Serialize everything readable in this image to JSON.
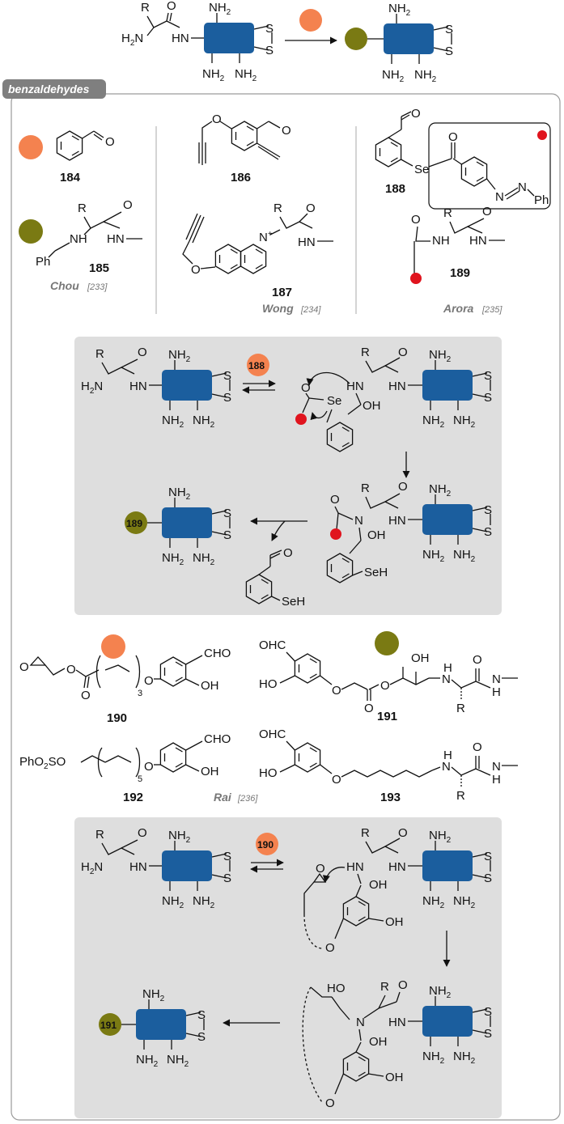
{
  "colors": {
    "peptide_block": "#1b5e9e",
    "aldehyde_dot": "#f4824f",
    "product_dot": "#7a7a13",
    "acyl_dot": "#e0141e",
    "mech_panel": "#dedede",
    "section_tag": "#7f7f7f"
  },
  "section_tag": "benzaldehydes",
  "compounds": {
    "c184": "184",
    "c185": "185",
    "c186": "186",
    "c187": "187",
    "c188": "188",
    "c189": "189",
    "c190": "190",
    "c191": "191",
    "c192": "192",
    "c193": "193"
  },
  "references": {
    "chou_name": "Chou",
    "chou_ref": "[233]",
    "wong_name": "Wong",
    "wong_ref": "[234]",
    "arora_name": "Arora",
    "arora_ref": "[235]",
    "rai_name": "Rai",
    "rai_ref": "[236]"
  },
  "badges": {
    "b188": "188",
    "b189": "189",
    "b190": "190",
    "b191": "191"
  },
  "atoms": {
    "R": "R",
    "O": "O",
    "N": "N",
    "S": "S",
    "Se": "Se",
    "SeH": "SeH",
    "OH": "OH",
    "HO": "HO",
    "HN": "HN",
    "NH": "NH",
    "H": "H",
    "Ph": "Ph",
    "CHO": "CHO",
    "OHC": "OHC",
    "PhO": "PhO",
    "SO": "SO",
    "sub2": "2",
    "sub3": "3",
    "sub5": "5",
    "plus": "+"
  }
}
